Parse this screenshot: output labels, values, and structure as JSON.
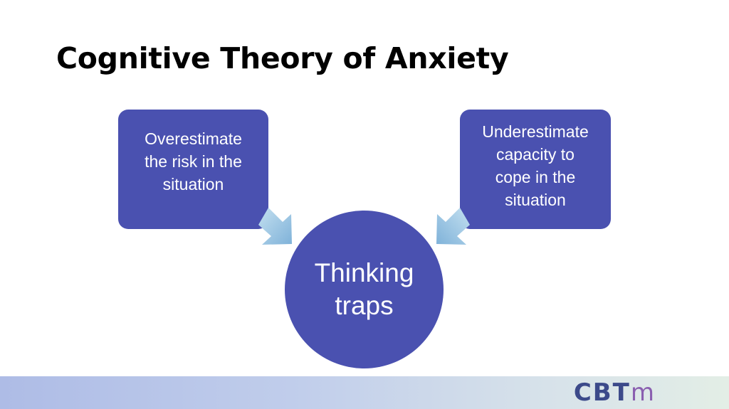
{
  "slide": {
    "title": "Cognitive Theory of Anxiety"
  },
  "diagram": {
    "left_box": {
      "lines": [
        "Overestimate",
        "the risk in the",
        "situation"
      ]
    },
    "right_box": {
      "lines": [
        "Underestimate",
        "capacity to",
        "cope in the",
        "situation"
      ]
    },
    "center": {
      "lines": [
        "Thinking",
        "traps"
      ]
    }
  },
  "footer": {
    "logo_main": "CBT",
    "logo_suffix": "m"
  },
  "colors": {
    "shape_fill": "#4a51b0",
    "arrow_light": "#a9d0e8",
    "arrow_dark": "#7fb2d9",
    "footer_start": "#aebce6",
    "footer_end": "#e3eee6"
  }
}
